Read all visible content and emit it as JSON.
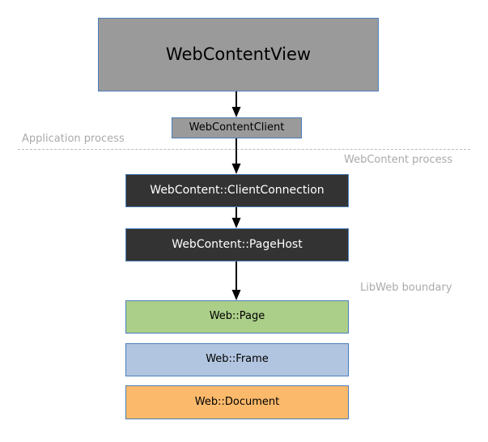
{
  "diagram": {
    "type": "flowchart",
    "title": "",
    "nodes": [
      {
        "id": "webcontentview",
        "label": "WebContentView",
        "fill": "#9a9a9a",
        "text_color": "#000000",
        "border": "#4a7ebb"
      },
      {
        "id": "webcontentclient",
        "label": "WebContentClient",
        "fill": "#9a9a9a",
        "text_color": "#000000",
        "border": "#4a7ebb"
      },
      {
        "id": "clientconnection",
        "label": "WebContent::ClientConnection",
        "fill": "#333333",
        "text_color": "#ffffff",
        "border": "#4a7ebb"
      },
      {
        "id": "pagehost",
        "label": "WebContent::PageHost",
        "fill": "#333333",
        "text_color": "#ffffff",
        "border": "#4a7ebb"
      },
      {
        "id": "page",
        "label": "Web::Page",
        "fill": "#abce89",
        "text_color": "#000000",
        "border": "#4a7ebb"
      },
      {
        "id": "frame",
        "label": "Web::Frame",
        "fill": "#b2c5e0",
        "text_color": "#000000",
        "border": "#4a7ebb"
      },
      {
        "id": "document",
        "label": "Web::Document",
        "fill": "#fbb96b",
        "text_color": "#000000",
        "border": "#4a7ebb"
      }
    ],
    "edges": [
      {
        "from": "webcontentview",
        "to": "webcontentclient"
      },
      {
        "from": "webcontentclient",
        "to": "clientconnection"
      },
      {
        "from": "clientconnection",
        "to": "pagehost"
      },
      {
        "from": "pagehost",
        "to": "page"
      }
    ],
    "zones": {
      "application_process": "Application process",
      "webcontent_process": "WebContent process",
      "libweb_boundary": "LibWeb boundary"
    },
    "zone_label_color": "#aaaaaa",
    "divider_color": "#bcbcbc",
    "arrow_color": "#000000"
  }
}
